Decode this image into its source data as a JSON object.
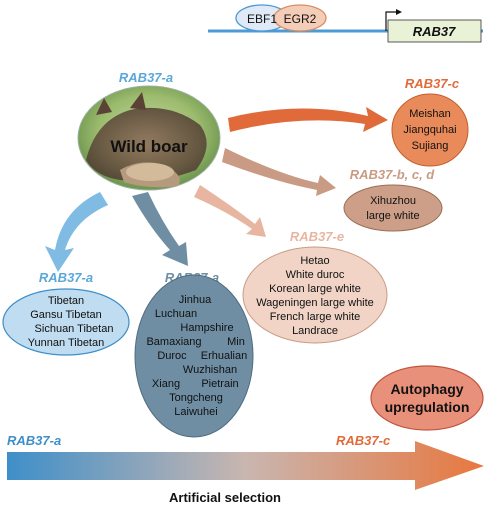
{
  "promoter": {
    "factor1": "EBF1",
    "factor2": "EGR2",
    "gene": "RAB37"
  },
  "wild_boar": {
    "label": "Wild boar",
    "allele": "RAB37-a"
  },
  "groups": {
    "c": {
      "allele": "RAB37-c",
      "breeds": [
        "Meishan",
        "Jiangquhai",
        "Sujiang"
      ]
    },
    "bcd": {
      "allele": "RAB37-b, c, d",
      "breeds": [
        "Xihuzhou",
        "large white"
      ]
    },
    "e": {
      "allele": "RAB37-e",
      "breeds": [
        "Hetao",
        "White duroc",
        "Korean large white",
        "Wageningen large white",
        "French large white",
        "Landrace"
      ]
    },
    "tibetan": {
      "allele": "RAB37-a",
      "breeds": [
        "Tibetan",
        "Gansu Tibetan",
        "Sichuan Tibetan",
        "Yunnan Tibetan"
      ]
    },
    "chinese": {
      "allele": "RAB37-a",
      "breeds": [
        "Jinhua",
        "Luchuan",
        "Hampshire",
        "Bamaxiang",
        "Min",
        "Duroc",
        "Erhualian",
        "Wuzhishan",
        "Xiang",
        "Pietrain",
        "Tongcheng",
        "Laiwuhei"
      ]
    }
  },
  "autophagy": {
    "line1": "Autophagy",
    "line2": "upregulation"
  },
  "bottom": {
    "left_allele": "RAB37-a",
    "right_allele": "RAB37-c",
    "label": "Artificial selection"
  },
  "colors": {
    "orange": "#e06a3a",
    "tan": "#c99b84",
    "peach": "#e8b6a0",
    "light_blue": "#5aa7d8",
    "slate": "#6f8ea3",
    "promoter_line": "#4d9ad4"
  }
}
